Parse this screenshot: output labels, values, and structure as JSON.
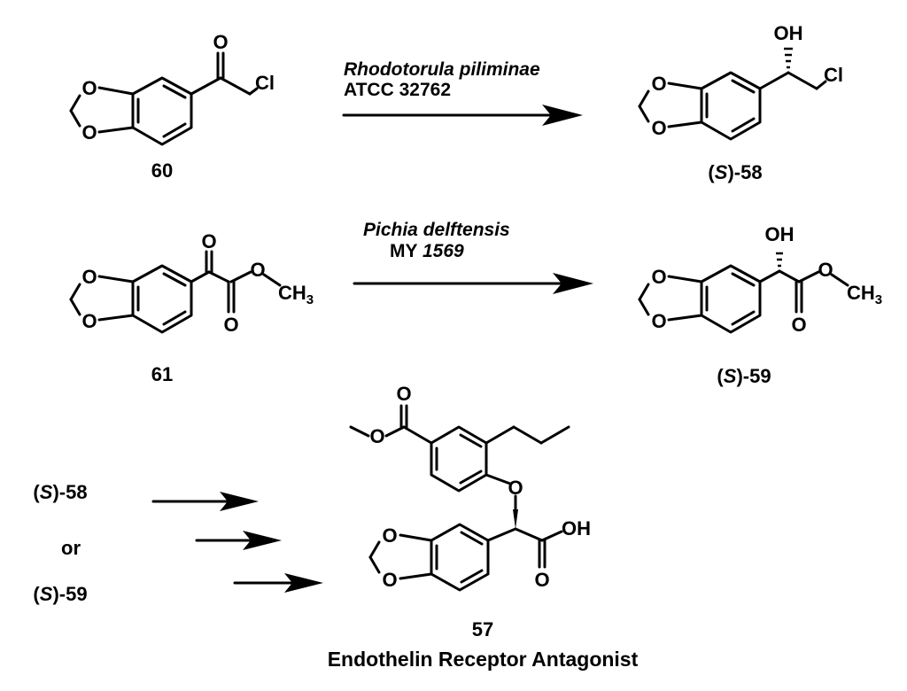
{
  "atoms": {
    "O": "O",
    "Cl": "Cl",
    "OH": "OH",
    "CH": "CH",
    "three": "3"
  },
  "compounds": {
    "c60": "60",
    "c58": {
      "pre": "(",
      "italic": "S",
      "post": ")-58"
    },
    "c61": "61",
    "c59": {
      "pre": "(",
      "italic": "S",
      "post": ")-59"
    },
    "c57": "57",
    "c57_name": "Endothelin Receptor Antagonist"
  },
  "reactions": {
    "r1": {
      "line1": "Rhodotorula piliminae",
      "line2": "ATCC 32762"
    },
    "r2": {
      "line1": "Pichia delftensis",
      "line2_plain": "MY ",
      "line2_italic": "1569"
    }
  },
  "route": {
    "start1": {
      "pre": "(",
      "italic": "S",
      "post": ")-58"
    },
    "or": "or",
    "start2": {
      "pre": "(",
      "italic": "S",
      "post": ")-59"
    }
  }
}
